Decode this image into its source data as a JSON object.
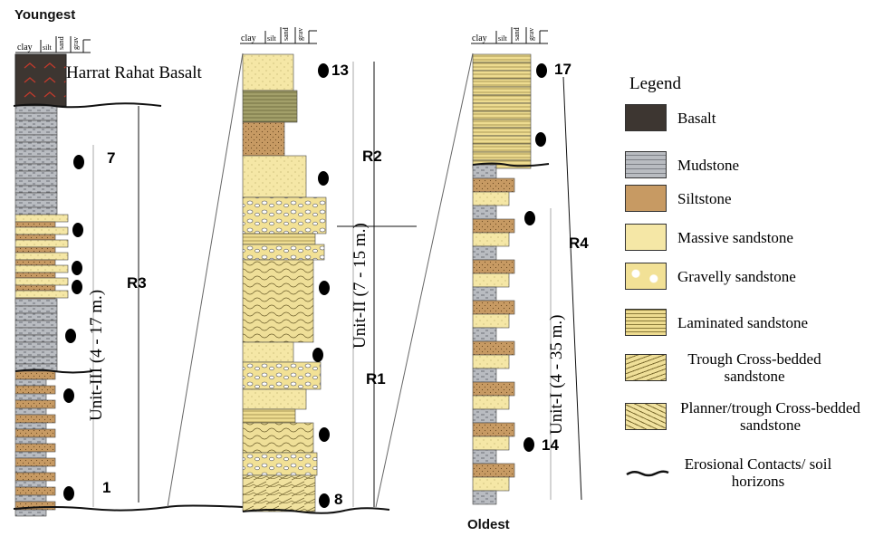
{
  "top_label": "Youngest",
  "bottom_label": "Oldest",
  "grain_scale": {
    "clay": "clay",
    "silt": "silt",
    "sand": "sand",
    "gravel": "grav"
  },
  "basalt_label": "Harrat Rahat Basalt",
  "columns": [
    {
      "unit_label": "Unit-III (4 - 17 m.)",
      "range_labels": [
        "R3"
      ],
      "sample_labels": [
        "7",
        "1"
      ]
    },
    {
      "unit_label": "Unit-II (7 - 15 m.)",
      "range_labels": [
        "R2",
        "R1"
      ],
      "sample_labels": [
        "13",
        "8"
      ]
    },
    {
      "unit_label": "Unit-I (4 - 35 m.)",
      "range_labels": [
        "R4"
      ],
      "sample_labels": [
        "17",
        "14"
      ]
    }
  ],
  "legend": {
    "title": "Legend",
    "items": [
      {
        "label": "Basalt",
        "color": "#3d3631"
      },
      {
        "label": "Mudstone",
        "color": "#b9bcc1"
      },
      {
        "label": "Siltstone",
        "color": "#c79a63"
      },
      {
        "label": "Massive sandstone",
        "color": "#f5e7a6"
      },
      {
        "label": "Gravelly sandstone",
        "color": "#f2e196"
      },
      {
        "label": "Laminated sandstone",
        "color": "#eedc90"
      },
      {
        "label": "Trough Cross-bedded sandstone",
        "color": "#efdf98"
      },
      {
        "label": "Planner/trough Cross-bedded sandstone",
        "color": "#f1e29f"
      },
      {
        "label": "Erosional Contacts/ soil horizons",
        "color": "#111111"
      }
    ]
  }
}
